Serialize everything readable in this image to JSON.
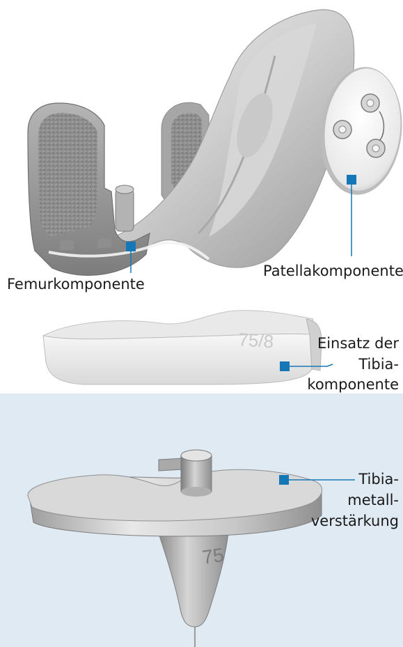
{
  "labels": {
    "femur": "Femurkomponente",
    "patella": "Patellakomponente",
    "insert_line1": "Einsatz der",
    "insert_line2": "Tibia-",
    "insert_line3": "komponente",
    "tray_line1": "Tibia-",
    "tray_line2": "metall-",
    "tray_line3": "verstärkung"
  },
  "engravings": {
    "insert_size": "75/8",
    "tray_size": "75"
  },
  "colors": {
    "marker": "#1677b6",
    "leader_line": "#1677b6",
    "lower_panel_bg": "#dfeaf3",
    "implant_light": "#ececec",
    "implant_mid": "#bdbdbd",
    "implant_dark": "#8a8a8a",
    "porous_surface": "#8c8c8c"
  }
}
